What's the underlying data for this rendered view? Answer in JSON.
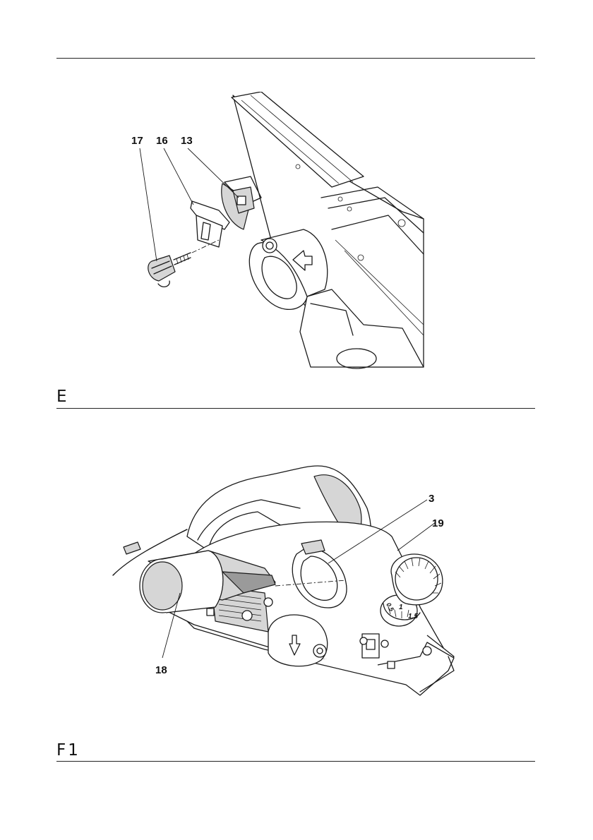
{
  "figures": [
    {
      "label": "E",
      "callouts": [
        "17",
        "16",
        "13"
      ]
    },
    {
      "label": "F1",
      "callouts": [
        "3",
        "19",
        "18"
      ],
      "dial_marks": [
        "0.5",
        "1",
        "1.5"
      ]
    }
  ]
}
